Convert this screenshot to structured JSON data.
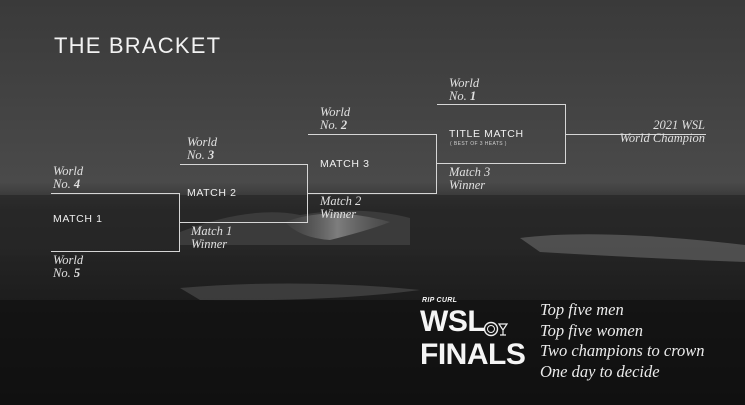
{
  "header": {
    "title": "THE BRACKET"
  },
  "seeds": {
    "world_label": "World",
    "no4": "No. ",
    "no4_num": "4",
    "no5": "No. ",
    "no5_num": "5",
    "no3": "No. ",
    "no3_num": "3",
    "no2": "No. ",
    "no2_num": "2",
    "no1": "No. ",
    "no1_num": "1"
  },
  "matches": {
    "match1": "MATCH 1",
    "match2": "MATCH 2",
    "match3": "MATCH 3",
    "title_match": "TITLE MATCH",
    "title_sub": "( BEST OF 3 HEATS )"
  },
  "winners": {
    "m1_line1": "Match 1",
    "m1_line2": "Winner",
    "m2_line1": "Match 2",
    "m2_line2": "Winner",
    "m3_line1": "Match 3",
    "m3_line2": "Winner"
  },
  "champion": {
    "line1": "2021 WSL",
    "line2": "World Champion"
  },
  "logo": {
    "brand": "RIP CURL",
    "wsl": "WSL",
    "finals": "FINALS",
    "icon": "wave-rings-icon"
  },
  "taglines": [
    "Top five men",
    "Top five women",
    "Two champions to crown",
    "One day to decide"
  ],
  "colors": {
    "lines": "#d6d6d6",
    "text": "#e8e8e8"
  }
}
